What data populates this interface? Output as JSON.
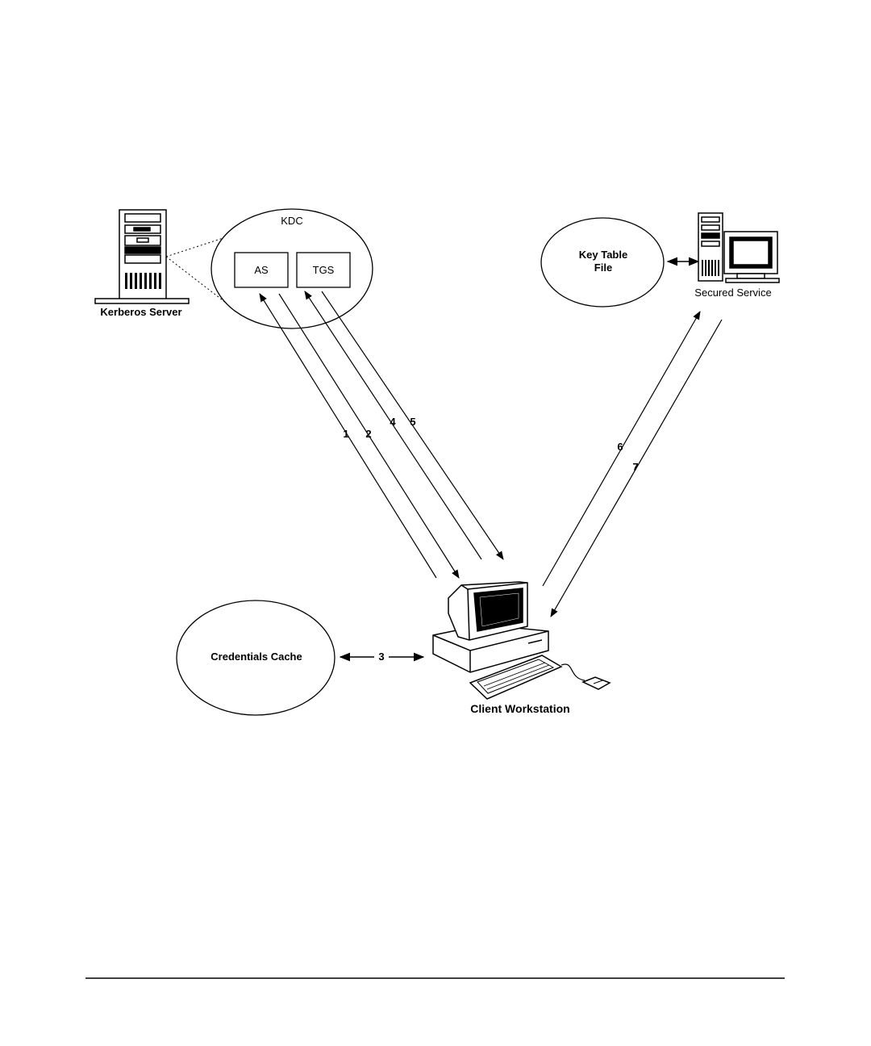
{
  "kdc": {
    "label": "KDC",
    "as_label": "AS",
    "tgs_label": "TGS"
  },
  "kerberos_server": {
    "label": "Kerberos Server"
  },
  "key_table": {
    "line1": "Key Table",
    "line2": "File"
  },
  "secured_service": {
    "label": "Secured Service"
  },
  "credentials_cache": {
    "label": "Credentials Cache"
  },
  "client_workstation": {
    "label": "Client Workstation"
  },
  "steps": {
    "s1": "1",
    "s2": "2",
    "s3": "3",
    "s4": "4",
    "s5": "5",
    "s6": "6",
    "s7": "7"
  }
}
